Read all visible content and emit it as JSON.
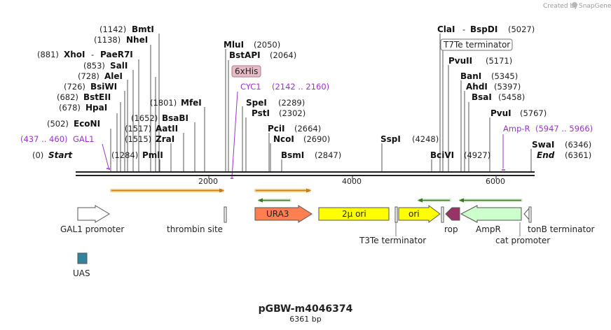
{
  "credit": {
    "text": "Created by",
    "brand": "SnapGene"
  },
  "plasmid": {
    "name": "pGBW-m4046374",
    "length_label": "6361 bp"
  },
  "ruler_ticks": [
    "2000",
    "4000",
    "6000"
  ],
  "enzymes_left": [
    {
      "pos": "(1142)",
      "name": "BmtI"
    },
    {
      "pos": "(1138)",
      "name": "NheI"
    },
    {
      "pos": "(881)",
      "name": "XhoI",
      "extra": "PaeR7I"
    },
    {
      "pos": "(853)",
      "name": "SalI"
    },
    {
      "pos": "(728)",
      "name": "AleI"
    },
    {
      "pos": "(726)",
      "name": "BsiWI"
    },
    {
      "pos": "(682)",
      "name": "BstEII"
    },
    {
      "pos": "(678)",
      "name": "HpaI"
    },
    {
      "pos": "(502)",
      "name": "EcoNI"
    },
    {
      "pos": "(1801)",
      "name": "MfeI"
    },
    {
      "pos": "(1652)",
      "name": "BsaBI"
    },
    {
      "pos": "(1517)",
      "name": "AatII"
    },
    {
      "pos": "(1515)",
      "name": "ZraI"
    },
    {
      "pos": "(1284)",
      "name": "PmlI"
    }
  ],
  "enzymes_mid": [
    {
      "name": "MluI",
      "pos": "(2050)"
    },
    {
      "name": "BstAPI",
      "pos": "(2064)"
    },
    {
      "name": "SpeI",
      "pos": "(2289)"
    },
    {
      "name": "PstI",
      "pos": "(2302)"
    },
    {
      "name": "PciI",
      "pos": "(2664)"
    },
    {
      "name": "NcoI",
      "pos": "(2690)"
    },
    {
      "name": "BsmI",
      "pos": "(2847)"
    },
    {
      "name": "SspI",
      "pos": "(4248)"
    }
  ],
  "enzymes_right": [
    {
      "name": "ClaI",
      "name2": "BspDI",
      "pos": "(5027)"
    },
    {
      "name": "PvuII",
      "pos": "(5171)"
    },
    {
      "name": "BanI",
      "pos": "(5345)"
    },
    {
      "name": "AhdI",
      "pos": "(5397)"
    },
    {
      "name": "BsaI",
      "pos": "(5458)"
    },
    {
      "name": "PvuI",
      "pos": "(5767)"
    },
    {
      "name": "SwaI",
      "pos": "(6346)"
    },
    {
      "name": "BciVI",
      "pos": "(4927)"
    }
  ],
  "start": {
    "pos": "(0)",
    "label": "Start"
  },
  "end": {
    "label": "End",
    "pos": "(6361)"
  },
  "primers": [
    {
      "name": "GAL1",
      "range": "(437 .. 460)"
    },
    {
      "name": "CYC1",
      "range": "(2142 .. 2160)"
    },
    {
      "name": "Amp-R",
      "range": "(5947 .. 5966)"
    }
  ],
  "boxed_labels": {
    "his": "6xHis",
    "t7": "T7Te terminator"
  },
  "features": {
    "gal1": "GAL1 promoter",
    "thrombin": "thrombin site",
    "ura3": "URA3",
    "two_mu": "2μ ori",
    "t3te": "T3Te terminator",
    "ori": "ori",
    "rop": "rop",
    "ampr": "AmpR",
    "cat": "cat promoter",
    "tonb": "tonB terminator",
    "uas": "UAS"
  },
  "colors": {
    "ura3": "#ff7f50",
    "two_mu": "#ffff00",
    "ori": "#ffff00",
    "rop": "#993366",
    "ampr": "#ccffcc",
    "uas": "#31849b",
    "orf_orange": "#f4a22e",
    "orf_green": "#6aa84f",
    "primer": "#9933cc",
    "his_box": "#e8b9c6"
  }
}
